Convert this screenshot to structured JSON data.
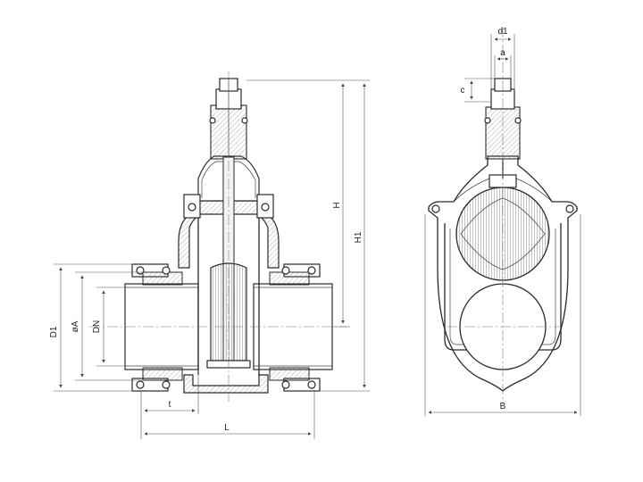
{
  "labels": {
    "d1_left": "D1",
    "phi_a": "øA",
    "dn": "DN",
    "h": "H",
    "h1": "H1",
    "t": "t",
    "l": "L",
    "b": "B",
    "d1_top": "d1",
    "a": "a",
    "c": "c"
  }
}
